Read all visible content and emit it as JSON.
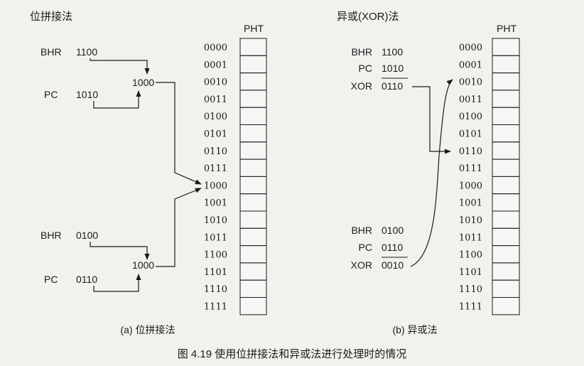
{
  "panel_a": {
    "title": "位拼接法",
    "upper": {
      "bhr_label": "BHR",
      "bhr_value": "1100",
      "pc_label": "PC",
      "pc_value": "1010",
      "result": "1000"
    },
    "lower": {
      "bhr_label": "BHR",
      "bhr_value": "0100",
      "pc_label": "PC",
      "pc_value": "0110",
      "result": "1000"
    },
    "pht_label": "PHT",
    "caption": "(a) 位拼接法"
  },
  "panel_b": {
    "title": "异或(XOR)法",
    "upper": {
      "bhr_label": "BHR",
      "bhr_value": "1100",
      "pc_label": "PC",
      "pc_value": "1010",
      "xor_label": "XOR",
      "xor_value": "0110"
    },
    "lower": {
      "bhr_label": "BHR",
      "bhr_value": "0100",
      "pc_label": "PC",
      "pc_value": "0110",
      "xor_label": "XOR",
      "xor_value": "0010"
    },
    "pht_label": "PHT",
    "caption": "(b) 异或法"
  },
  "indices": [
    "0000",
    "0001",
    "0010",
    "0011",
    "0100",
    "0101",
    "0110",
    "0111",
    "1000",
    "1001",
    "1010",
    "1011",
    "1100",
    "1101",
    "1110",
    "1111"
  ],
  "figure_caption": "图 4.19    使用位拼接法和异或法进行处理时的情况"
}
